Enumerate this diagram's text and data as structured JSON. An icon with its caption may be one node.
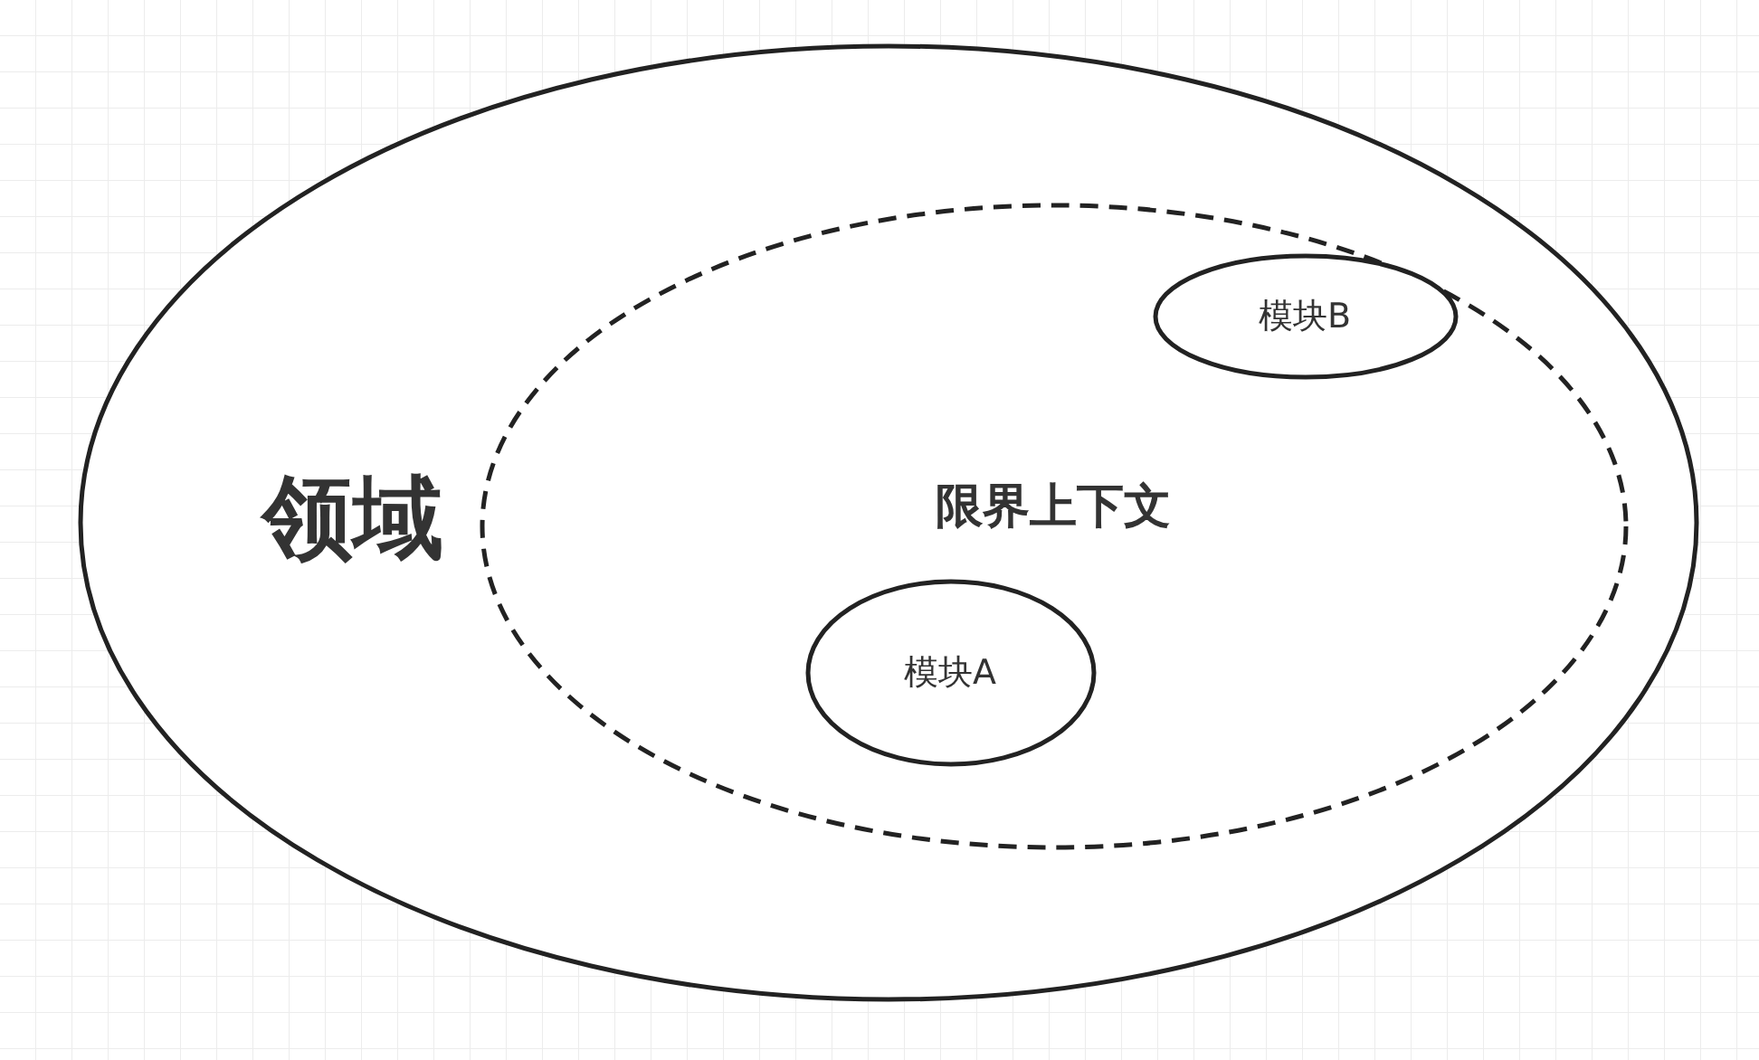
{
  "diagram": {
    "nodes": [
      {
        "text": [
          "领域"
        ]
      },
      {
        "text": [
          "限界上下文"
        ],
        "in": 0
      },
      {
        "text": [
          "模块B"
        ],
        "in": 1
      },
      {
        "text": [
          "模块A"
        ],
        "in": 1
      }
    ]
  }
}
